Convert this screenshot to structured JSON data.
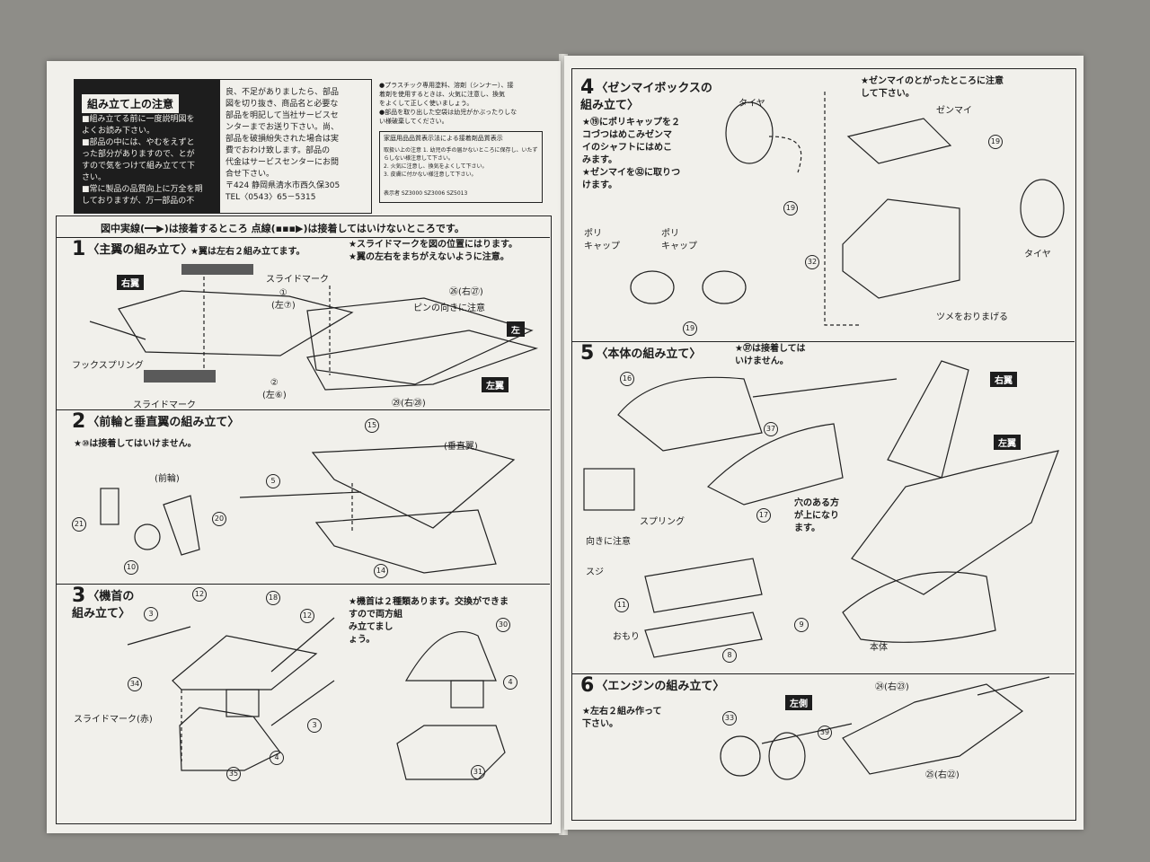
{
  "header": {
    "notes_title": "組み立て上の注意",
    "notes_left": "■組み立てる前に一度説明図を\nよくお読み下さい。\n■部品の中には、やむをえずと\nった部分がありますので、とが\nすので気をつけて組み立てて下\nさい。\n■常に製品の品質向上に万全を期\nしておりますが、万一部品の不",
    "notes_mid": "良、不足がありましたら、部品\n図を切り抜き、商品名と必要な\n部品を明記して当社サービスセ\nンターまでお送り下さい。尚、\n部品を破損紛失された場合は実\n費でおわけ致します。部品の\n代金はサービスセンターにお問\n合せ下さい。\n〒424 静岡県清水市西久保305\nTEL〈0543〉65－5315",
    "notes_right": "●プラスチック専用塗料、溶剤（シンナー）、接\n着剤を使用するときは、火気に注意し、換気\nをよくして正しく使いましょう。\n●部品を取り出した空袋は幼児がかぶったりしな\nい様破棄してください。",
    "quality_title": "家庭用品品質表示法による接着剤品質表示",
    "quality_body": "取扱い上の注意  1. 幼児の手の届かないところに保存し、いたずらしない様注意して下さい。\n2. 火気に注意し、換気をよくして下さい。\n3. 皮膚に付かない様注意して下さい。",
    "quality_codes": "表示者  SZ3000  SZ3006  SZ5013",
    "legend": "図中実線(━━▶)は接着するところ  点線(▪▪▪▶)は接着してはいけないところです。"
  },
  "steps": {
    "s1": {
      "num": "1",
      "title": "〈主翼の組み立て〉",
      "note1": "★翼は左右２組み立てます。",
      "note2": "★スライドマークを図の位置にはります。\n★翼の左右をまちがえないように注意。",
      "tag_r": "右翼",
      "tag_l": "左翼",
      "tag_left": "左",
      "l_slide1": "スライドマーク",
      "l_slide2": "スライドマーク",
      "l_spring": "フックスプリング",
      "l_p1": "①\n(左⑦)",
      "l_p2": "②\n(左⑥)",
      "l_p26": "㉖(右㉗)",
      "l_pin": "ピンの向きに注意",
      "l_p29": "㉙(右㉘)"
    },
    "s2": {
      "num": "2",
      "title": "〈前輪と垂直翼の組み立て〉",
      "note": "★⑩は接着してはいけません。",
      "l_front": "(前輪)",
      "l_vert": "(垂直翼)"
    },
    "s3": {
      "num": "3",
      "title": "〈機首の\n組み立て〉",
      "note": "★機首は２種類あります。交換ができま\nすので両方組\nみ立てまし\nょう。",
      "l_slide": "スライドマーク(赤)"
    },
    "s4": {
      "num": "4",
      "title": "〈ゼンマイボックスの\n組み立て〉",
      "note": "★⑲にポリキャップを２\nコづつはめこみゼンマ\nイのシャフトにはめこ\nみます。\n★ゼンマイを㉜に取りつ\nけます。",
      "note2": "★ゼンマイのとがったところに注意\nして下さい。",
      "l_tire1": "タイヤ",
      "l_tire2": "タイヤ",
      "l_zen": "ゼンマイ",
      "l_poly1": "ポリ\nキャップ",
      "l_poly2": "ポリ\nキャップ",
      "l_tsume": "ツメをおりまげる"
    },
    "s5": {
      "num": "5",
      "title": "〈本体の組み立て〉",
      "note": "★㊲は接着しては\nいけません。",
      "tag_r": "右翼",
      "tag_l": "左翼",
      "l_spring": "スプリング",
      "l_hole": "穴のある方\nが上になり\nます。",
      "l_dir": "向きに注意",
      "l_suji": "スジ",
      "l_omori": "おもり",
      "l_body": "本体"
    },
    "s6": {
      "num": "6",
      "title": "〈エンジンの組み立て〉",
      "note": "★左右２組み作って\n下さい。",
      "tag": "左側",
      "l_p24": "㉔(右㉓)",
      "l_p25": "㉕(右㉒)"
    }
  }
}
